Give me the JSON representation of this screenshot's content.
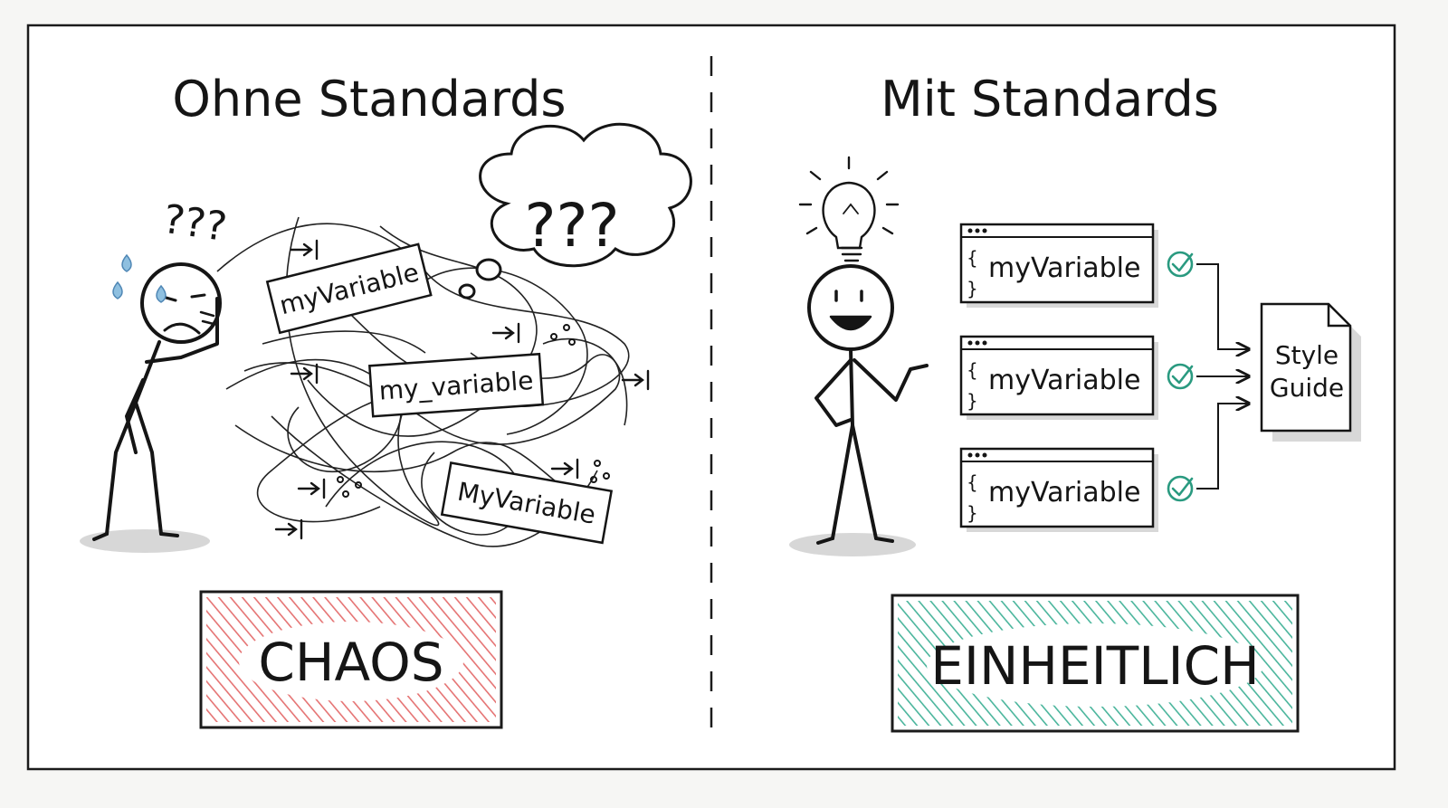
{
  "left": {
    "title": "Ohne Standards",
    "label": "CHAOS",
    "label_color": "#e05a5a",
    "thought_bubble": "???",
    "head_marks": "???",
    "names": [
      "myVariable",
      "my_variable",
      "MyVariable"
    ]
  },
  "right": {
    "title": "Mit Standards",
    "label": "EINHEITLICH",
    "label_color": "#2aa88a",
    "cards": [
      "myVariable",
      "myVariable",
      "myVariable"
    ],
    "style_guide": [
      "Style",
      "Guide"
    ],
    "check_color": "#2a9a80"
  },
  "icons": [
    "sweat-drop-icon",
    "lightbulb-icon",
    "check-icon",
    "arrow-to-bar-icon",
    "document-icon"
  ]
}
